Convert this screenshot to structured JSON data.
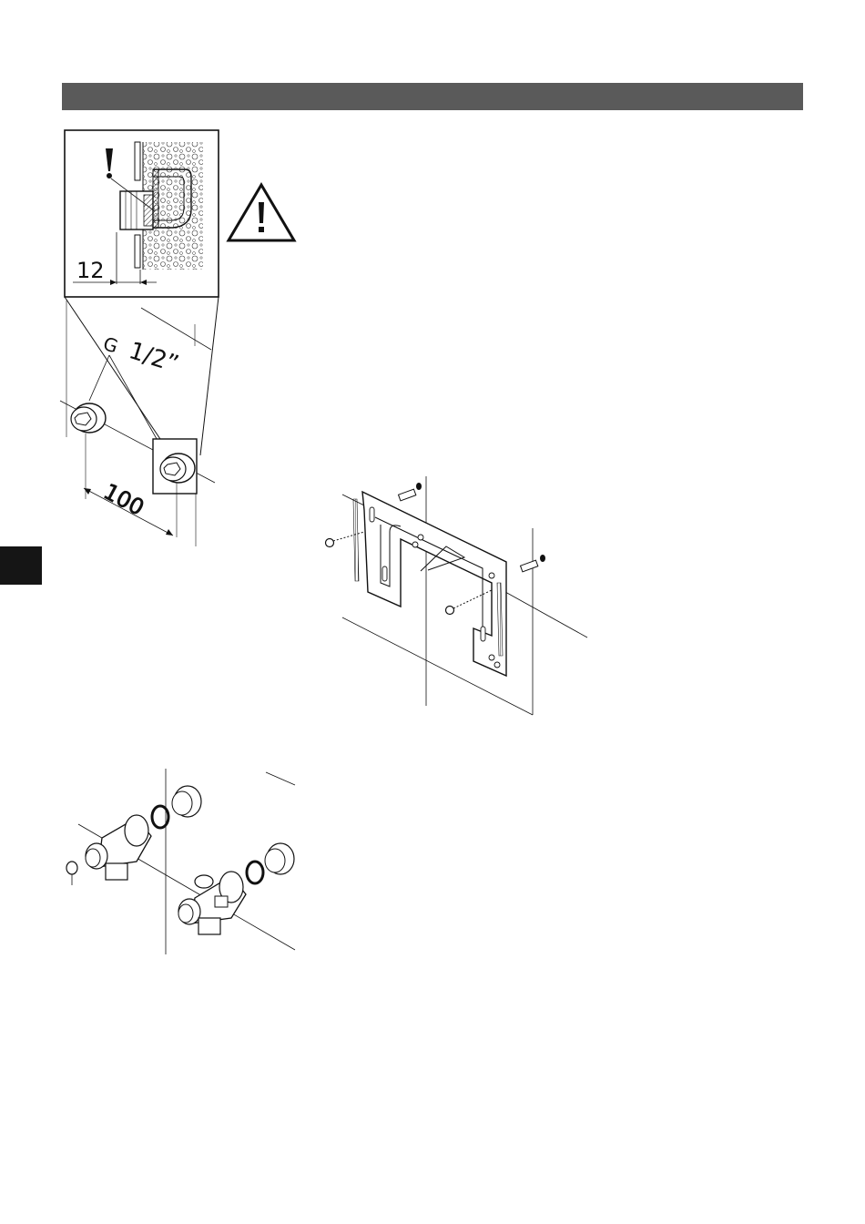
{
  "figure1": {
    "dimension_spacing": "100",
    "dimension_depth": "12",
    "thread_letter": "G",
    "thread_size": "1/2”"
  },
  "warning_icon": "warning-triangle-icon",
  "exclamation_icon": "exclamation-icon"
}
